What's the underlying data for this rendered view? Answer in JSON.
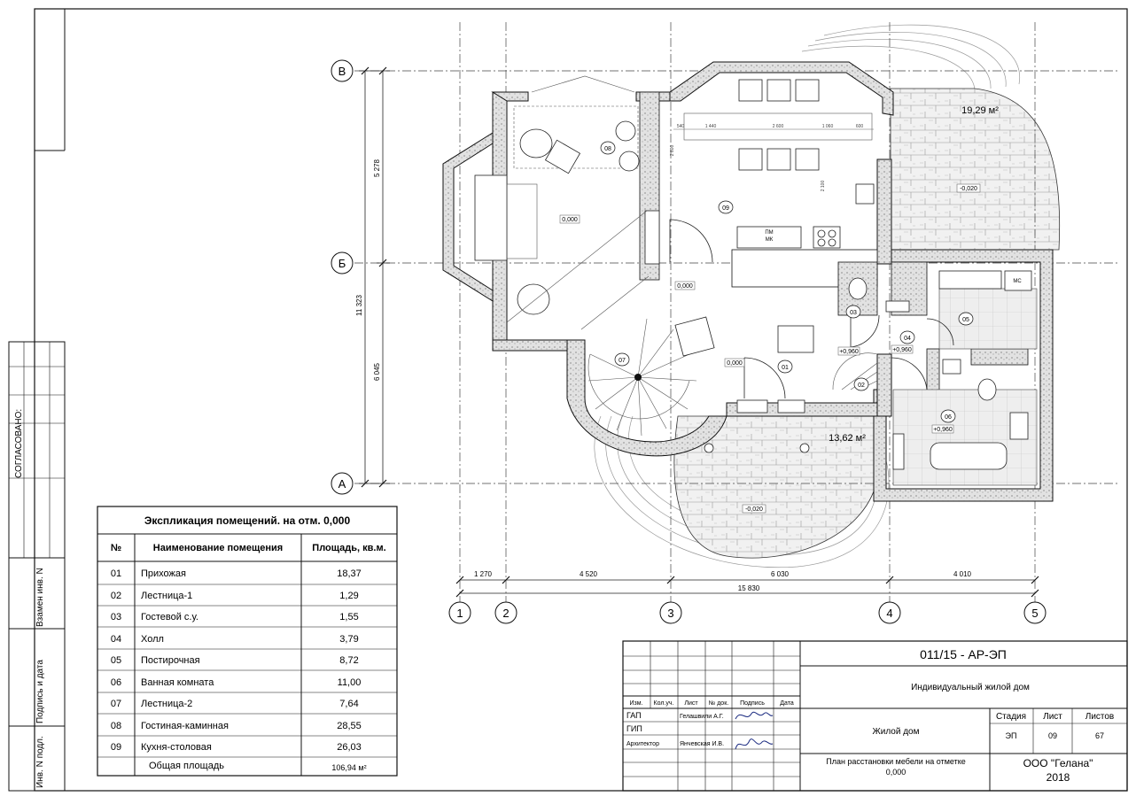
{
  "side_stamp": {
    "agreed": "СОГЛАСОВАНО:",
    "replace_inv": "Взамен инв. N",
    "sign_date": "Подпись и дата",
    "inv_orig": "Инв. N подл."
  },
  "axes": {
    "rows": [
      "В",
      "Б",
      "А"
    ],
    "cols": [
      "1",
      "2",
      "3",
      "4",
      "5"
    ]
  },
  "dimensions": {
    "vertical": [
      "5 278",
      "6 045",
      "11 323"
    ],
    "horizontal": [
      "1 270",
      "4 520",
      "6 030",
      "4 010",
      "15 830"
    ],
    "kitchen": [
      "540",
      "1 440",
      "2 600",
      "1 060",
      "600",
      "2 600",
      "2 100"
    ]
  },
  "rooms": [
    {
      "id": "01",
      "label": "01"
    },
    {
      "id": "02",
      "label": "02"
    },
    {
      "id": "03",
      "label": "03"
    },
    {
      "id": "04",
      "label": "04"
    },
    {
      "id": "05",
      "label": "05"
    },
    {
      "id": "06",
      "label": "06"
    },
    {
      "id": "07",
      "label": "07"
    },
    {
      "id": "08",
      "label": "08"
    },
    {
      "id": "09",
      "label": "09"
    }
  ],
  "levels": {
    "zero_living": "0,000",
    "zero_hall": "0,000",
    "zero_entry": "0,000",
    "minus_terrace_top": "-0,020",
    "minus_terrace_bottom": "-0,020",
    "plus_02": "+0,960",
    "plus_04": "+0,960",
    "plus_06": "+0,960"
  },
  "areas": {
    "terrace_top": "19,29 м²",
    "terrace_bottom": "13,62 м²"
  },
  "fixtures": {
    "dw": "ПМ",
    "mw": "МК",
    "wm": "МС"
  },
  "explication": {
    "title": "Экспликация помещений. на отм. 0,000",
    "headers": [
      "№",
      "Наименование помещения",
      "Площадь, кв.м."
    ],
    "rows": [
      {
        "n": "01",
        "name": "Прихожая",
        "area": "18,37"
      },
      {
        "n": "02",
        "name": "Лестница-1",
        "area": "1,29"
      },
      {
        "n": "03",
        "name": "Гостевой с.у.",
        "area": "1,55"
      },
      {
        "n": "04",
        "name": "Холл",
        "area": "3,79"
      },
      {
        "n": "05",
        "name": "Постирочная",
        "area": "8,72"
      },
      {
        "n": "06",
        "name": "Ванная комната",
        "area": "11,00"
      },
      {
        "n": "07",
        "name": "Лестница-2",
        "area": "7,64"
      },
      {
        "n": "08",
        "name": "Гостиная-каминная",
        "area": "28,55"
      },
      {
        "n": "09",
        "name": "Кухня-столовая",
        "area": "26,03"
      }
    ],
    "total_label": "Общая площадь",
    "total_value": "106,94 м²"
  },
  "title_block": {
    "code": "011/15 - АР-ЭП",
    "project": "Индивидуальный жилой дом",
    "building": "Жилой дом",
    "sheet_title": "План расстановки мебели на отметке 0,000",
    "company": "ООО \"Гелана\"",
    "year": "2018",
    "col_headers": [
      "Изм.",
      "Кол.уч.",
      "Лист",
      "№ док.",
      "Подпись",
      "Дата"
    ],
    "roles": [
      {
        "role": "ГАП",
        "name": "Гелашвили А.Г."
      },
      {
        "role": "ГИП",
        "name": ""
      },
      {
        "role": "Архитектор",
        "name": "Янчевская И.В."
      }
    ],
    "stage_headers": [
      "Стадия",
      "Лист",
      "Листов"
    ],
    "stage_values": [
      "ЭП",
      "09",
      "67"
    ]
  }
}
